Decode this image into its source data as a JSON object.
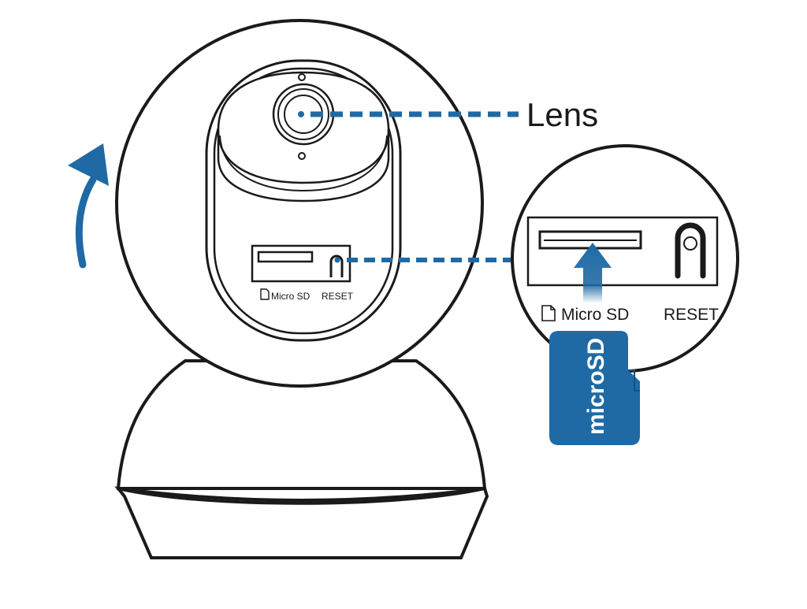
{
  "labels": {
    "lens": "Lens",
    "micro_sd_small": "Micro SD",
    "reset_small": "RESET",
    "micro_sd_zoom": "Micro SD",
    "reset_zoom": "RESET",
    "card_text": "microSD"
  },
  "colors": {
    "outline": "#1a1a1a",
    "accent": "#1f6aa5",
    "card": "#1f6aa5",
    "background": "#ffffff"
  },
  "icons": [
    "rotate-arrow-icon",
    "file-icon",
    "insert-arrow-icon"
  ]
}
